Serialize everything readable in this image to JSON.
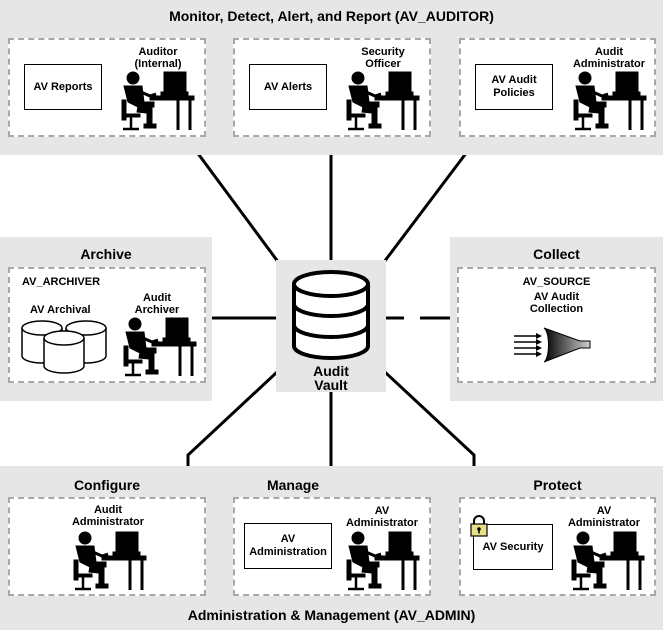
{
  "top": {
    "title": "Monitor, Detect, Alert, and Report (AV_AUDITOR)",
    "cards": [
      {
        "label": "AV Reports",
        "role": "Auditor\n(Internal)"
      },
      {
        "label": "AV Alerts",
        "role": "Security\nOfficer"
      },
      {
        "label": "AV Audit\nPolicies",
        "role": "Audit\nAdministrator"
      }
    ]
  },
  "archive": {
    "title": "Archive",
    "role_name": "AV_ARCHIVER",
    "label": "AV Archival",
    "person": "Audit\nArchiver"
  },
  "center": {
    "label": "Audit\nVault"
  },
  "collect": {
    "title": "Collect",
    "role_name": "AV_SOURCE",
    "label": "AV Audit\nCollection"
  },
  "bottom": {
    "title": "Administration & Management (AV_ADMIN)",
    "sections": [
      {
        "title": "Configure",
        "role": "Audit\nAdministrator"
      },
      {
        "title": "Manage",
        "label": "AV\nAdministration",
        "role": "AV\nAdministrator"
      },
      {
        "title": "Protect",
        "label": "AV Security",
        "role": "AV\nAdministrator"
      }
    ]
  },
  "colors": {
    "panel": "#e6e6e6",
    "dash": "#a8a8a8",
    "lock": "#e8e089"
  }
}
